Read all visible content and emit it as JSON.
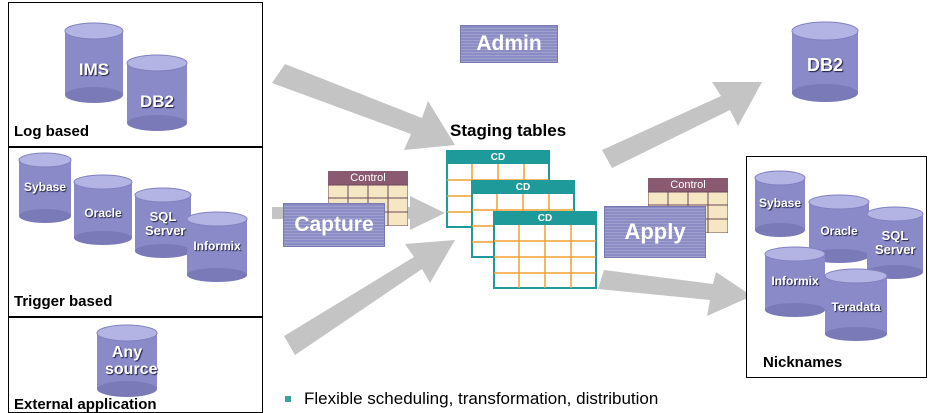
{
  "sources": {
    "log_based": {
      "label": "Log based",
      "dbs": [
        "IMS",
        "DB2"
      ]
    },
    "trigger_based": {
      "label": "Trigger based",
      "dbs": [
        "Sybase",
        "Oracle",
        "SQL Server",
        "Informix"
      ]
    },
    "external": {
      "label": "External application",
      "db": "Any source"
    }
  },
  "admin_label": "Admin",
  "capture_label": "Capture",
  "apply_label": "Apply",
  "control_label": "Control",
  "staging": {
    "title": "Staging tables",
    "table_label": "CD"
  },
  "target_db2": "DB2",
  "nicknames": {
    "label": "Nicknames",
    "dbs": [
      "Sybase",
      "Oracle",
      "SQL Server",
      "Informix",
      "Teradata"
    ]
  },
  "bullet": "Flexible scheduling, transformation, distribution",
  "colors": {
    "cylinder": "#8a8ac8",
    "plate": "#8c8cc4",
    "table_border": "#1e9a9a",
    "table_grid": "#f0a030",
    "arrow": "#c4c4c4",
    "control_header": "#8a5a70",
    "control_cell": "#f6e7c4"
  }
}
